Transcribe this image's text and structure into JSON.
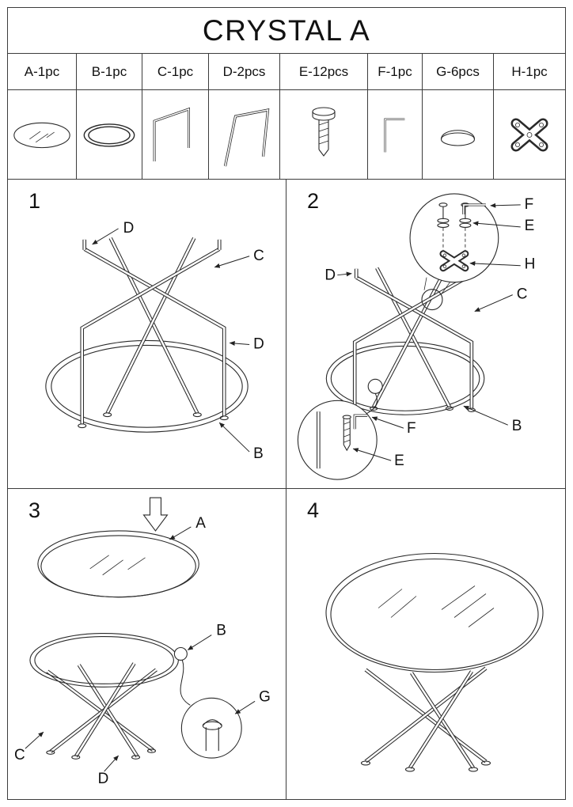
{
  "title": "CRYSTAL A",
  "parts": [
    {
      "id": "A",
      "label": "A-1pc",
      "icon": "glass-top-icon"
    },
    {
      "id": "B",
      "label": "B-1pc",
      "icon": "ring-frame-icon"
    },
    {
      "id": "C",
      "label": "C-1pc",
      "icon": "leg-frame-c-icon"
    },
    {
      "id": "D",
      "label": "D-2pcs",
      "icon": "leg-frame-d-icon"
    },
    {
      "id": "E",
      "label": "E-12pcs",
      "icon": "screw-icon"
    },
    {
      "id": "F",
      "label": "F-1pc",
      "icon": "allen-key-icon"
    },
    {
      "id": "G",
      "label": "G-6pcs",
      "icon": "cap-icon"
    },
    {
      "id": "H",
      "label": "H-1pc",
      "icon": "cross-connector-icon"
    }
  ],
  "steps": {
    "step1": {
      "number": "1",
      "labels": {
        "d_top": "D",
        "c_right": "C",
        "d_right": "D",
        "b_ring": "B"
      }
    },
    "step2": {
      "number": "2",
      "labels": {
        "f_top": "F",
        "e_top": "E",
        "h_top": "H",
        "d_left": "D",
        "c_right": "C",
        "b_ring": "B",
        "f_bottom": "F",
        "e_bottom": "E"
      }
    },
    "step3": {
      "number": "3",
      "labels": {
        "a_glass": "A",
        "b_ring": "B",
        "g_cap": "G",
        "c_leg": "C",
        "d_leg": "D"
      }
    },
    "step4": {
      "number": "4",
      "labels": {}
    }
  }
}
